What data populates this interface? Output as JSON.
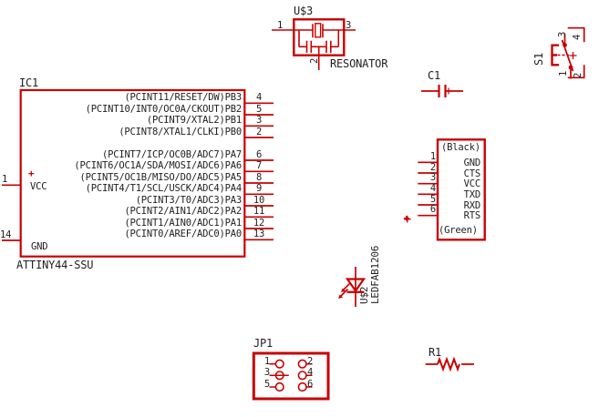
{
  "palette": {
    "wire_red": "#c80000",
    "text_dark": "#1f1f1f",
    "background": "#ffffff"
  },
  "ic1": {
    "ref": "IC1",
    "value": "ATTINY44-SSU",
    "pin1_num": "1",
    "pin1_plus": "+",
    "pin1_name": "VCC",
    "pin14_num": "14",
    "pin14_name": "GND",
    "right_pins": [
      {
        "num": "4",
        "label": "(PCINT11/RESET/DW)PB3"
      },
      {
        "num": "5",
        "label": "(PCINT10/INT0/OC0A/CKOUT)PB2"
      },
      {
        "num": "3",
        "label": "(PCINT9/XTAL2)PB1"
      },
      {
        "num": "2",
        "label": "(PCINT8/XTAL1/CLKI)PB0"
      },
      {
        "num": "6",
        "label": "(PCINT7/ICP/OC0B/ADC7)PA7"
      },
      {
        "num": "7",
        "label": "(PCINT6/OC1A/SDA/MOSI/ADC6)PA6"
      },
      {
        "num": "8",
        "label": "(PCINT5/OC1B/MISO/DO/ADC5)PA5"
      },
      {
        "num": "9",
        "label": "(PCINT4/T1/SCL/USCK/ADC4)PA4"
      },
      {
        "num": "10",
        "label": "(PCINT3/T0/ADC3)PA3"
      },
      {
        "num": "11",
        "label": "(PCINT2/AIN1/ADC2)PA2"
      },
      {
        "num": "12",
        "label": "(PCINT1/AIN0/ADC1)PA1"
      },
      {
        "num": "13",
        "label": "(PCINT0/AREF/ADC0)PA0"
      }
    ]
  },
  "resonator": {
    "ref": "U$3",
    "value": "RESONATOR",
    "pin1": "1",
    "pin2": "2",
    "pin3": "3"
  },
  "c1": {
    "ref": "C1"
  },
  "s1": {
    "ref": "S1",
    "pin1": "1",
    "pin2": "2",
    "pin3": "3",
    "pin4": "4"
  },
  "serial_header": {
    "top_label": "(Black)",
    "bottom_label": "(Green)",
    "plus": "+",
    "pins": [
      {
        "num": "1",
        "name": "GND"
      },
      {
        "num": "2",
        "name": "CTS"
      },
      {
        "num": "3",
        "name": "VCC"
      },
      {
        "num": "4",
        "name": "TXD"
      },
      {
        "num": "5",
        "name": "RXD"
      },
      {
        "num": "6",
        "name": "RTS"
      }
    ]
  },
  "led": {
    "ref": "U$2",
    "value": "LEDFAB1206"
  },
  "jp1": {
    "ref": "JP1",
    "pins": [
      "1",
      "2",
      "3",
      "4",
      "5",
      "6"
    ]
  },
  "r1": {
    "ref": "R1"
  }
}
